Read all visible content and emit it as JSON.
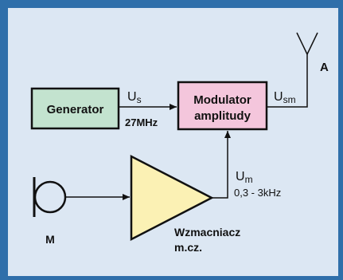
{
  "diagram": {
    "blocks": {
      "generator": {
        "label": "Generator"
      },
      "modulator": {
        "line1": "Modulator",
        "line2": "amplitudy"
      },
      "amplifier": {
        "line1": "Wzmacniacz",
        "line2": "m.cz."
      }
    },
    "signals": {
      "us": {
        "main": "U",
        "sub": "s",
        "freq": "27MHz"
      },
      "usm": {
        "main": "U",
        "sub": "sm"
      },
      "um": {
        "main": "U",
        "sub": "m",
        "freq": "0,3 - 3kHz"
      }
    },
    "antenna": {
      "label": "A"
    },
    "microphone": {
      "label": "M"
    }
  },
  "colors": {
    "frame_outer": "#2f6faa",
    "frame_bg": "#dce7f3",
    "generator_fill": "#c3e3cf",
    "modulator_fill": "#f4c6dc",
    "amplifier_fill": "#fbf1b4",
    "stroke": "#111111"
  }
}
